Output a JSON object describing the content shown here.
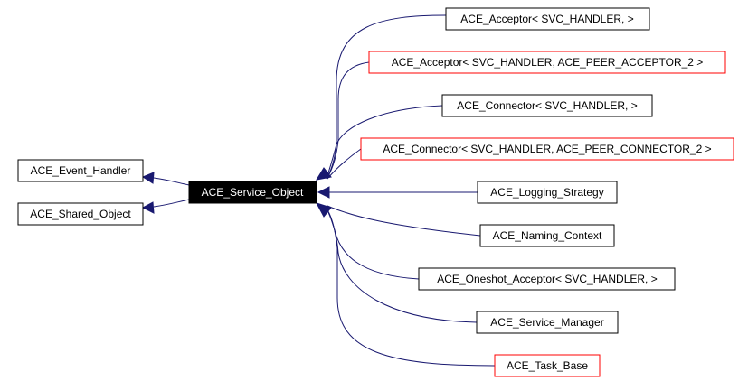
{
  "diagram": {
    "colors": {
      "edge": "#191970",
      "box_border_normal": "#000000",
      "box_border_linked": "#ff0000",
      "focus_fill": "#000000",
      "focus_text": "#ffffff",
      "text": "#000000"
    },
    "nodes": {
      "event_handler": "ACE_Event_Handler",
      "shared_object": "ACE_Shared_Object",
      "service_object": "ACE_Service_Object",
      "acceptor_svc": "ACE_Acceptor< SVC_HANDLER, >",
      "acceptor_peer": "ACE_Acceptor< SVC_HANDLER, ACE_PEER_ACCEPTOR_2 >",
      "connector_svc": "ACE_Connector< SVC_HANDLER, >",
      "connector_peer": "ACE_Connector< SVC_HANDLER, ACE_PEER_CONNECTOR_2 >",
      "logging_strategy": "ACE_Logging_Strategy",
      "naming_context": "ACE_Naming_Context",
      "oneshot_acceptor": "ACE_Oneshot_Acceptor< SVC_HANDLER, >",
      "service_manager": "ACE_Service_Manager",
      "task_base": "ACE_Task_Base"
    }
  }
}
